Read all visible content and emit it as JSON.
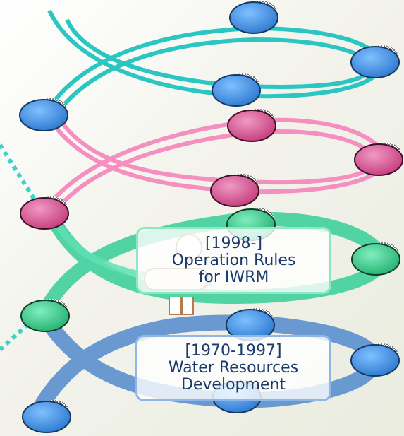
{
  "colors": {
    "teal": "#2bc6c2",
    "pink": "#f07fb9",
    "green": "#3fcf9c",
    "blue": "#5187c6",
    "node_blue": "#3f8fe0",
    "node_pink": "#d44b8a",
    "node_green": "#36c483"
  },
  "phases": [
    {
      "years": "[1998-]",
      "line1": "Operation Rules",
      "line2": "for IWRM"
    },
    {
      "years": "[1970-1997]",
      "line1": "Water Resources",
      "line2": "Development"
    }
  ]
}
